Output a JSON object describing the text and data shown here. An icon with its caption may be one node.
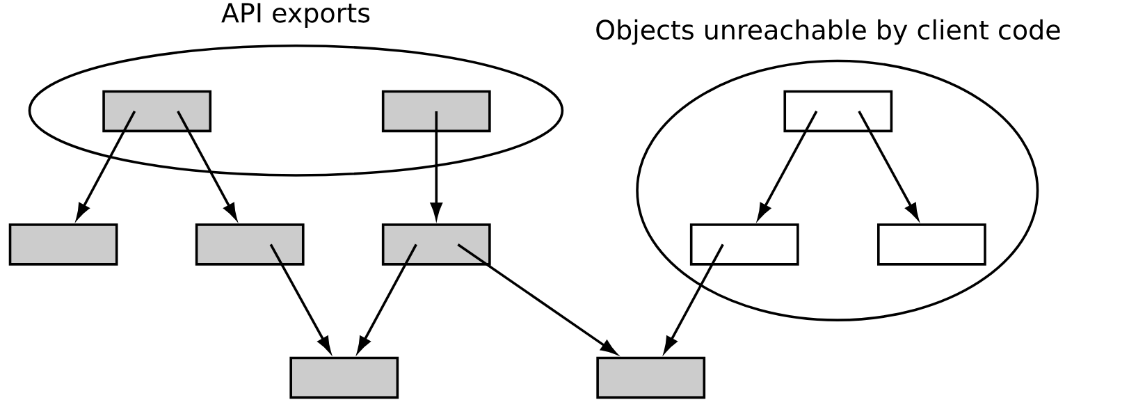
{
  "diagram": {
    "nodes": [
      {
        "text": [
          "API exports"
        ]
      },
      {
        "text": [
          "Objects unreachable by client code"
        ]
      },
      {
        "text": [],
        "shape": "box",
        "in": 0
      },
      {
        "text": [],
        "shape": "box",
        "in": 0
      },
      {
        "text": [],
        "shape": "box",
        "in": 1
      },
      {
        "text": [],
        "shape": "box"
      },
      {
        "text": [],
        "shape": "box"
      },
      {
        "text": [],
        "shape": "box"
      },
      {
        "text": [],
        "shape": "box",
        "in": 1
      },
      {
        "text": [],
        "shape": "box",
        "in": 1
      },
      {
        "text": [],
        "shape": "box"
      },
      {
        "text": [],
        "shape": "box"
      }
    ],
    "edges": [
      {
        "from": 2,
        "to": 5,
        "arrow": "to"
      },
      {
        "from": 2,
        "to": 6,
        "arrow": "to"
      },
      {
        "from": 3,
        "to": 7,
        "arrow": "to"
      },
      {
        "from": 4,
        "to": 8,
        "arrow": "to"
      },
      {
        "from": 4,
        "to": 9,
        "arrow": "to"
      },
      {
        "from": 6,
        "to": 10,
        "arrow": "to"
      },
      {
        "from": 7,
        "to": 10,
        "arrow": "to"
      },
      {
        "from": 7,
        "to": 11,
        "arrow": "to"
      },
      {
        "from": 8,
        "to": 11,
        "arrow": "to"
      }
    ]
  }
}
